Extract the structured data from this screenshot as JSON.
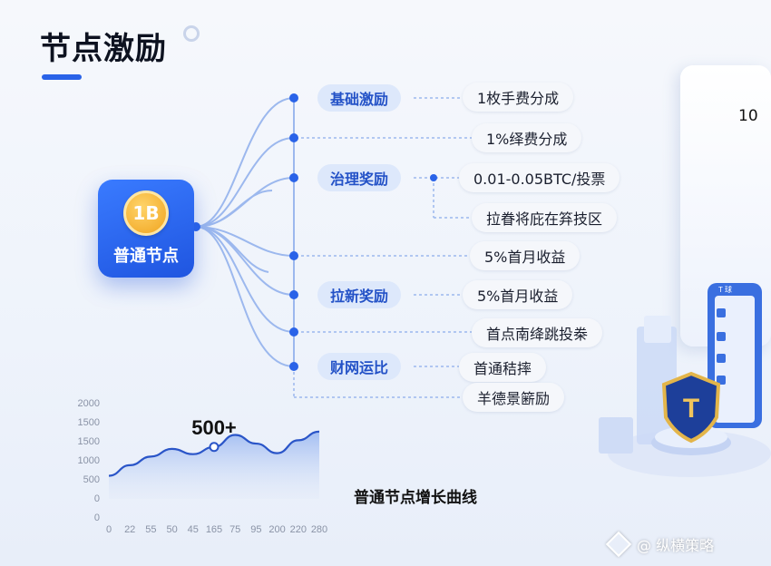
{
  "title": "节点激励",
  "hub": {
    "coin_label": "1B",
    "label": "普通节点"
  },
  "categories": [
    {
      "label": "基础激励"
    },
    {
      "label": "治理奖励"
    },
    {
      "label": "拉新奖励"
    },
    {
      "label": "财网运比"
    }
  ],
  "items": [
    "1枚手费分成",
    "1%绎费分成",
    "0.01-0.05BTC/投票",
    "拉眷将庇在笲技区",
    "5%首月收益",
    "5%首月收益",
    "首点南绛跳投桊",
    "首通秸摔",
    "羊德景簖励"
  ],
  "right_number": "10",
  "illustration": {
    "panel_text": "T 球",
    "badge_letter": "T"
  },
  "chart_data": {
    "type": "area",
    "title": "普通节点增长曲线",
    "annotation": "500+",
    "x_ticks": [
      "0",
      "22",
      "55",
      "50",
      "45",
      "165",
      "75",
      "95",
      "200",
      "220",
      "280"
    ],
    "y_ticks": [
      "2000",
      "1500",
      "1500",
      "1000",
      "500",
      "0",
      "0"
    ],
    "x": [
      0,
      1,
      2,
      3,
      4,
      5,
      6,
      7,
      8,
      9,
      10
    ],
    "values": [
      480,
      700,
      880,
      1040,
      930,
      1080,
      1330,
      1150,
      950,
      1220,
      1400
    ],
    "highlight_index": 5,
    "grid": false
  },
  "watermark": "@ 纵横策略",
  "colors": {
    "accent": "#2a63e8",
    "line": "#9cb8ee",
    "chip_bg": "#dde8fb"
  }
}
